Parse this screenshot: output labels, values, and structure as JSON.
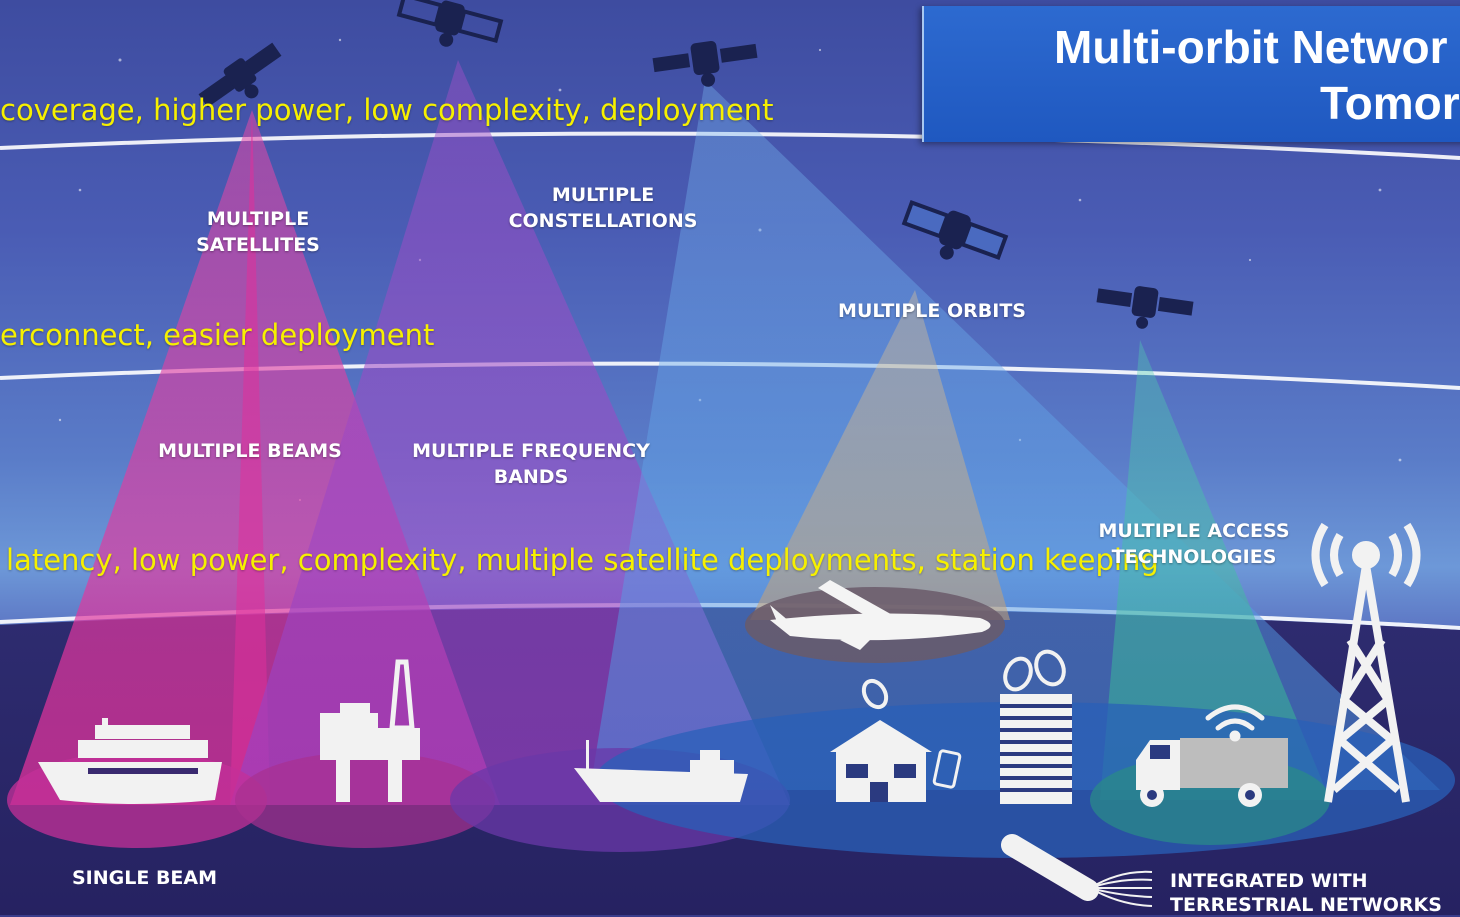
{
  "title": {
    "line1": "Multi-orbit Networ",
    "line2": "Tomor"
  },
  "yellow_notes": {
    "top": "coverage, higher power, low complexity, deployment",
    "middle": "erconnect, easier deployment",
    "bottom": "latency, low power, complexity, multiple satellite deployments, station keeping"
  },
  "labels": {
    "multiple_satellites": [
      "MULTIPLE",
      "SATELLITES"
    ],
    "multiple_constellations": [
      "MULTIPLE",
      "CONSTELLATIONS"
    ],
    "multiple_orbits": "MULTIPLE ORBITS",
    "multiple_beams": "MULTIPLE BEAMS",
    "multiple_frequency_bands": [
      "MULTIPLE FREQUENCY",
      "BANDS"
    ],
    "multiple_access_technologies": [
      "MULTIPLE ACCESS",
      "TECHNOLOGIES"
    ],
    "single_beam": "SINGLE BEAM",
    "integrated_terrestrial": [
      "INTEGRATED WITH",
      "TERRESTRIAL NETWORKS"
    ]
  },
  "colors": {
    "beam_magenta": "#e040a0",
    "beam_purple": "#9a4fc0",
    "beam_blue": "#5aa0e0",
    "beam_orange": "#d8b070",
    "beam_green": "#40c0a0",
    "yellow_text": "#f6f000",
    "title_box": "#2463c8",
    "ground": "#2b2766"
  },
  "icons": [
    "satellite-icon",
    "cruise-ship-icon",
    "oil-platform-icon",
    "fishing-boat-icon",
    "airplane-icon",
    "house-dish-icon",
    "smartphone-icon",
    "office-building-icon",
    "truck-icon",
    "wifi-icon",
    "cell-tower-icon",
    "fiber-cable-icon"
  ]
}
